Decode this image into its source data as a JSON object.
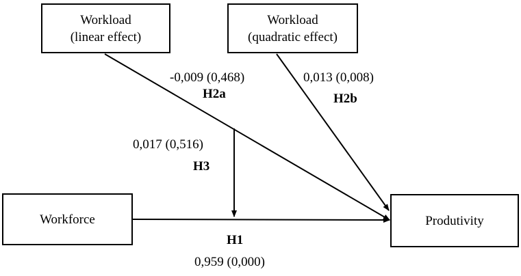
{
  "nodes": {
    "workload_linear": {
      "line1": "Workload",
      "line2": "(linear effect)"
    },
    "workload_quadratic": {
      "line1": "Workload",
      "line2": "(quadratic effect)"
    },
    "workforce": {
      "label": "Workforce"
    },
    "productivity": {
      "label": "Produtivity"
    }
  },
  "paths": {
    "h2a": {
      "hypothesis": "H2a",
      "coefficient": "-0,009 (0,468)"
    },
    "h2b": {
      "hypothesis": "H2b",
      "coefficient": "0,013 (0,008)"
    },
    "h3": {
      "hypothesis": "H3",
      "coefficient": "0,017 (0,516)"
    },
    "h1": {
      "hypothesis": "H1",
      "coefficient": "0,959 (0,000)"
    }
  }
}
